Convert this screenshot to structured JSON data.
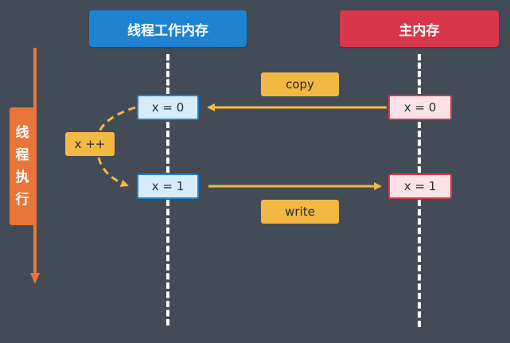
{
  "colors": {
    "background": "#434c56",
    "thread_header": "#1e83d0",
    "main_header": "#d8364c",
    "work_box_fill": "#d6ecfb",
    "main_box_fill": "#fde3e6",
    "arrow": "#f2b843",
    "label_fill": "#f2b843",
    "timeline": "#e8763a"
  },
  "headers": {
    "thread_memory": "线程工作内存",
    "main_memory": "主内存"
  },
  "thread_axis": {
    "label": [
      "线",
      "程",
      "执",
      "行"
    ]
  },
  "boxes": {
    "work_before": "x = 0",
    "work_after": "x = 1",
    "main_before": "x = 0",
    "main_after": "x = 1"
  },
  "labels": {
    "copy": "copy",
    "increment": "x ++",
    "write": "write"
  }
}
